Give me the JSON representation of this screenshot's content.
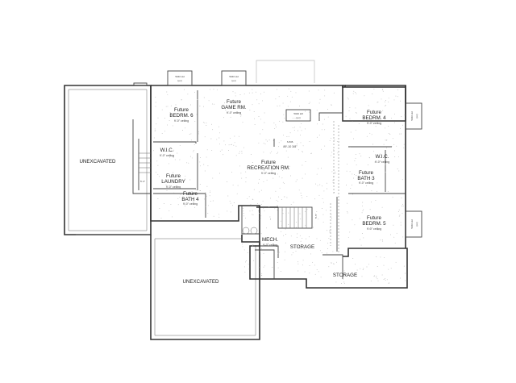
{
  "rooms": {
    "bedrm6": {
      "line1": "Future",
      "line2": "BEDRM. 6",
      "ceiling": "9'-0\" ceiling"
    },
    "game": {
      "line1": "Future",
      "line2": "GAME RM.",
      "ceiling": "9'-0\" ceiling"
    },
    "bedrm4": {
      "line1": "Future",
      "line2": "BEDRM. 4",
      "ceiling": "9'-0\" ceiling"
    },
    "wic_left": {
      "line1": "W.I.C.",
      "ceiling": "9'-0\" ceiling"
    },
    "laundry": {
      "line1": "Future",
      "line2": "LAUNDRY",
      "ceiling": "9'-0\" ceiling"
    },
    "bath4": {
      "line1": "Future",
      "line2": "BATH 4",
      "ceiling": "9'-0\" ceiling"
    },
    "recreation": {
      "line1": "Future",
      "line2": "RECREATION RM.",
      "ceiling": "9'-0\" ceiling"
    },
    "wic_right": {
      "line1": "W.I.C.",
      "ceiling": "9'-0\" ceiling"
    },
    "bath3": {
      "line1": "Future",
      "line2": "BATH 3",
      "ceiling": "9'-0\" ceiling"
    },
    "bedrm5": {
      "line1": "Future",
      "line2": "BEDRM. 5",
      "ceiling": "9'-0\" ceiling"
    },
    "mech": {
      "line1": "MECH.",
      "ceiling": "9'-0\" ceiling"
    },
    "storage_center": {
      "line1": "STORAGE"
    },
    "storage_right": {
      "line1": "STORAGE"
    },
    "unexcavated_left": {
      "line1": "UNEXCAVATED"
    },
    "unexcavated_bottom": {
      "line1": "UNEXCAVATED"
    }
  },
  "annotations": {
    "beam": "S.B.B.",
    "beam_size": "89'-10 3/8\"",
    "ceiling_left": "5'-3\"",
    "ceiling_stair": "5'-5\""
  },
  "windows": {
    "w1": {
      "label": "5040 sld",
      "note": "(ex)"
    },
    "w2": {
      "label": "5040 sld",
      "note": "(ex)"
    },
    "w3": {
      "label": "5040 sld",
      "note": "(ex)"
    },
    "w4": {
      "label": "5040 sld",
      "note": "(ex)"
    },
    "w5": {
      "label": "5040 sld",
      "note": "(ex)"
    }
  }
}
